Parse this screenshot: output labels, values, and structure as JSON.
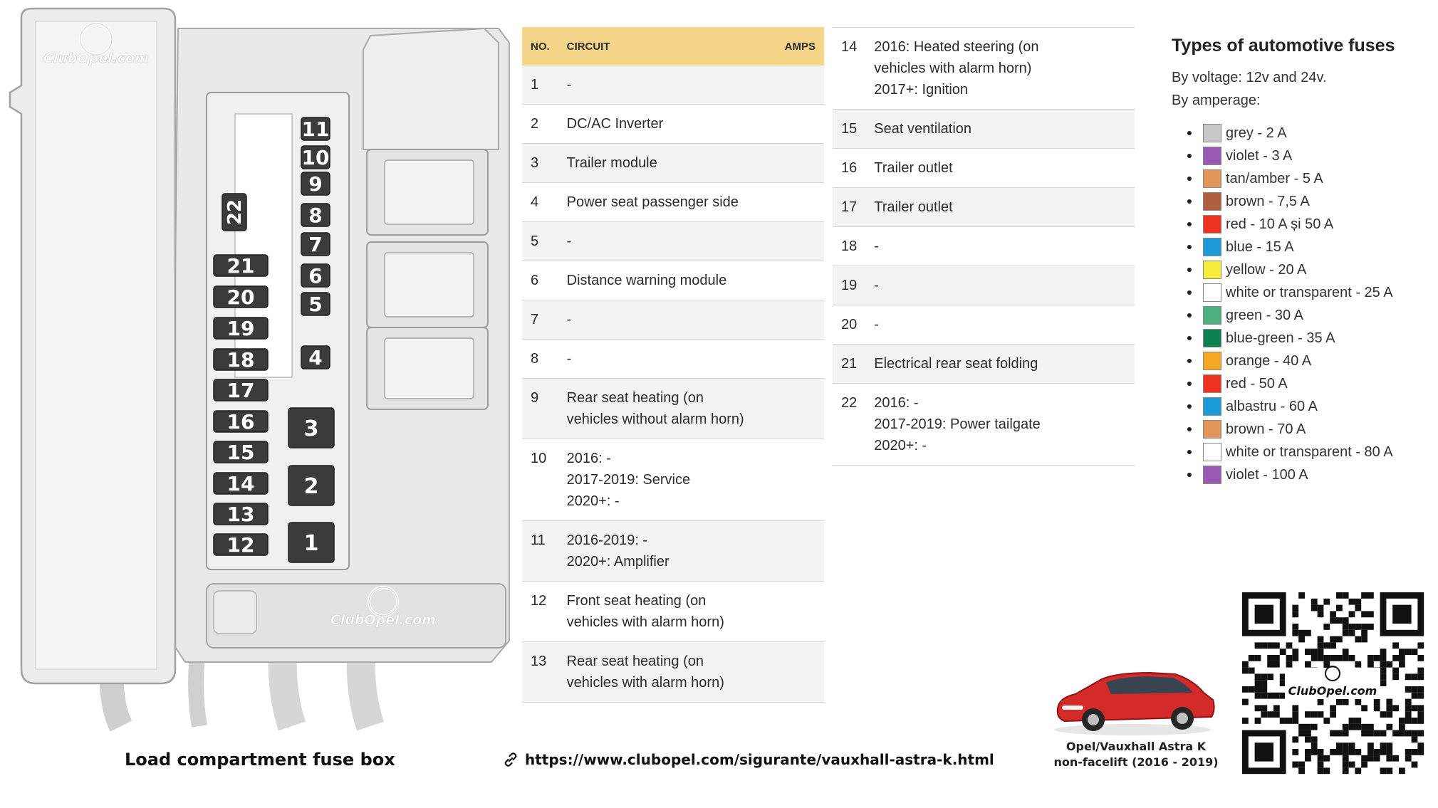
{
  "diagram": {
    "watermark_top": "ClubOpel.com",
    "watermark_bottom": "ClubOpel.com",
    "fuse_labels": [
      "1",
      "2",
      "3",
      "4",
      "5",
      "6",
      "7",
      "8",
      "9",
      "10",
      "11",
      "12",
      "13",
      "14",
      "15",
      "16",
      "17",
      "18",
      "19",
      "20",
      "21",
      "22"
    ]
  },
  "table": {
    "headers": {
      "no": "NO.",
      "circuit": "CIRCUIT",
      "amps": "AMPS"
    },
    "left_rows": [
      {
        "no": "1",
        "lines": [
          "-"
        ]
      },
      {
        "no": "2",
        "lines": [
          "DC/AC Inverter"
        ]
      },
      {
        "no": "3",
        "lines": [
          "Trailer module"
        ]
      },
      {
        "no": "4",
        "lines": [
          "Power seat passenger side"
        ]
      },
      {
        "no": "5",
        "lines": [
          "-"
        ]
      },
      {
        "no": "6",
        "lines": [
          "Distance warning module"
        ]
      },
      {
        "no": "7",
        "lines": [
          "-"
        ]
      },
      {
        "no": "8",
        "lines": [
          "-"
        ]
      },
      {
        "no": "9",
        "lines": [
          "Rear seat heating (on",
          "vehicles without alarm horn)"
        ]
      },
      {
        "no": "10",
        "lines": [
          "2016: -",
          "2017-2019: Service",
          "2020+: -"
        ]
      },
      {
        "no": "11",
        "lines": [
          "2016-2019: -",
          "2020+: Amplifier"
        ]
      },
      {
        "no": "12",
        "lines": [
          "Front seat heating (on",
          "vehicles with alarm horn)"
        ]
      },
      {
        "no": "13",
        "lines": [
          "Rear seat heating (on",
          "vehicles with alarm horn)"
        ]
      }
    ],
    "right_rows": [
      {
        "no": "14",
        "lines": [
          "2016: Heated steering (on",
          "vehicles with alarm horn)",
          "2017+: Ignition"
        ]
      },
      {
        "no": "15",
        "lines": [
          "Seat ventilation"
        ]
      },
      {
        "no": "16",
        "lines": [
          "Trailer outlet"
        ]
      },
      {
        "no": "17",
        "lines": [
          "Trailer outlet"
        ]
      },
      {
        "no": "18",
        "lines": [
          "-"
        ]
      },
      {
        "no": "19",
        "lines": [
          "-"
        ]
      },
      {
        "no": "20",
        "lines": [
          "-"
        ]
      },
      {
        "no": "21",
        "lines": [
          "Electrical rear seat folding"
        ]
      },
      {
        "no": "22",
        "lines": [
          "2016: -",
          "2017-2019: Power tailgate",
          "2020+: -"
        ]
      }
    ]
  },
  "legend": {
    "title": "Types of automotive fuses",
    "voltage": "By voltage: 12v and 24v.",
    "amperage": "By amperage:",
    "items": [
      {
        "label": "grey - 2 A",
        "color": "#c8c8c8"
      },
      {
        "label": "violet - 3 A",
        "color": "#9b59b6"
      },
      {
        "label": "tan/amber - 5 A",
        "color": "#e0965a"
      },
      {
        "label": "brown - 7,5 A",
        "color": "#b06040"
      },
      {
        "label": "red - 10 A și 50 A",
        "color": "#f03020"
      },
      {
        "label": "blue - 15 A",
        "color": "#1a9ad6"
      },
      {
        "label": "yellow - 20 A",
        "color": "#f8ec3a"
      },
      {
        "label": "white or transparent - 25 A",
        "color": "#ffffff"
      },
      {
        "label": "green - 30 A",
        "color": "#4caf7d"
      },
      {
        "label": "blue-green - 35 A",
        "color": "#0a8050"
      },
      {
        "label": "orange - 40 A",
        "color": "#f5a623"
      },
      {
        "label": "red - 50 A",
        "color": "#f03020"
      },
      {
        "label": "albastru - 60 A",
        "color": "#1a9ad6"
      },
      {
        "label": "brown - 70 A",
        "color": "#e0965a"
      },
      {
        "label": "white or transparent - 80 A",
        "color": "#ffffff"
      },
      {
        "label": "violet - 100 A",
        "color": "#9b59b6"
      }
    ]
  },
  "captions": {
    "fusebox": "Load compartment fuse box",
    "url": "https://www.clubopel.com/sigurante/vauxhall-astra-k.html",
    "car_line1": "Opel/Vauxhall Astra K",
    "car_line2": "non-facelift (2016 - 2019)",
    "qr_watermark": "ClubOpel.com"
  }
}
